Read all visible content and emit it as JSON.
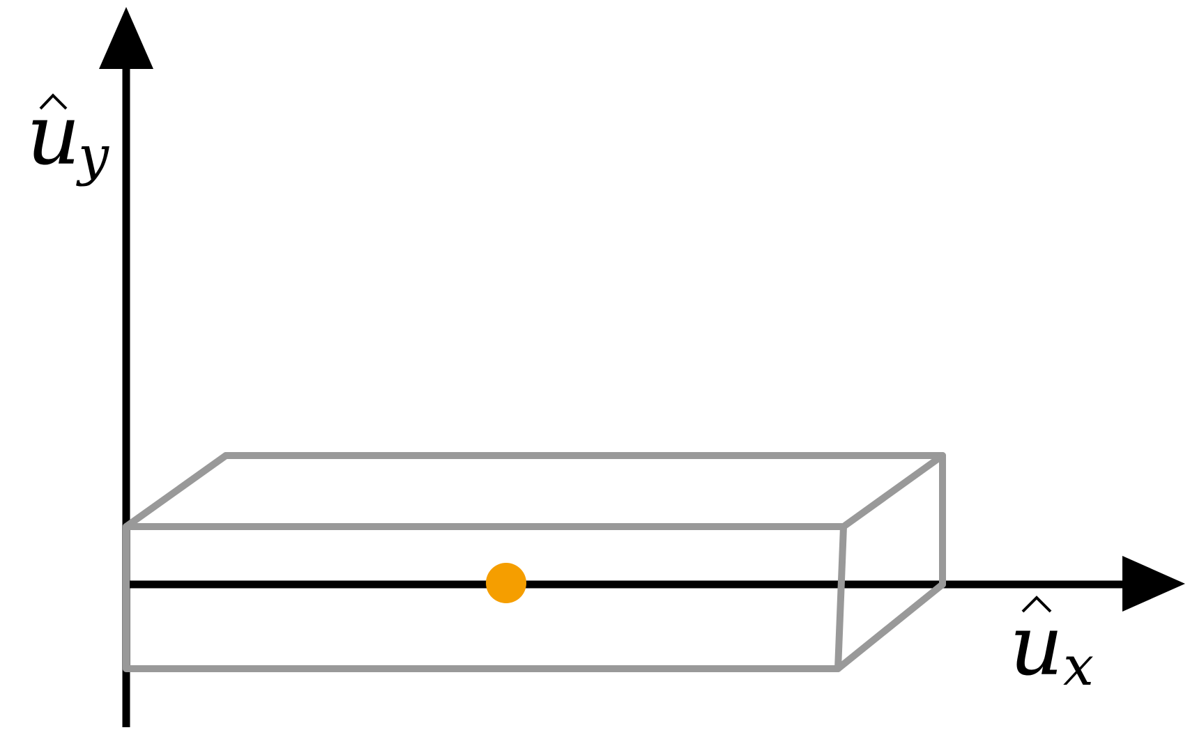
{
  "axes": {
    "x": {
      "symbol": "u",
      "subscript": "x",
      "hat": true
    },
    "y": {
      "symbol": "u",
      "subscript": "y",
      "hat": true
    }
  },
  "colors": {
    "axis": "#000000",
    "box": "#999999",
    "marker": "#f59e00",
    "background": "#ffffff"
  },
  "shapes": {
    "box": "cuboid-wireframe",
    "marker": "filled-circle"
  }
}
